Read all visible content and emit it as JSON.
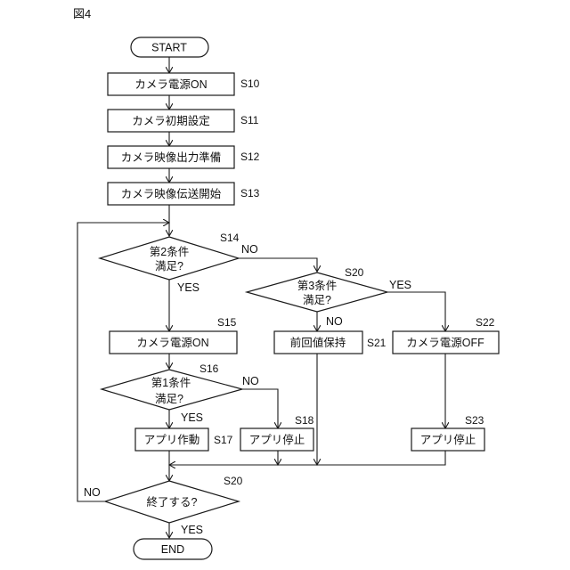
{
  "figure_label": "図4",
  "nodes": {
    "start": {
      "text": "START"
    },
    "s10": {
      "text": "カメラ電源ON",
      "step": "S10"
    },
    "s11": {
      "text": "カメラ初期設定",
      "step": "S11"
    },
    "s12": {
      "text": "カメラ映像出力準備",
      "step": "S12"
    },
    "s13": {
      "text": "カメラ映像伝送開始",
      "step": "S13"
    },
    "s14": {
      "line1": "第2条件",
      "line2": "満足?",
      "step": "S14"
    },
    "s20a": {
      "line1": "第3条件",
      "line2": "満足?",
      "step": "S20"
    },
    "s15": {
      "text": "カメラ電源ON",
      "step": "S15"
    },
    "s21": {
      "text": "前回値保持",
      "step": "S21"
    },
    "s22": {
      "text": "カメラ電源OFF",
      "step": "S22"
    },
    "s16": {
      "line1": "第1条件",
      "line2": "満足?",
      "step": "S16"
    },
    "s17": {
      "text": "アプリ作動",
      "step": "S17"
    },
    "s18": {
      "text": "アプリ停止",
      "step": "S18"
    },
    "s23": {
      "text": "アプリ停止",
      "step": "S23"
    },
    "s20b": {
      "text": "終了する?",
      "step": "S20"
    },
    "end": {
      "text": "END"
    }
  },
  "edge_labels": {
    "s14_no": "NO",
    "s14_yes": "YES",
    "s20a_yes": "YES",
    "s20a_no": "NO",
    "s16_no": "NO",
    "s16_yes": "YES",
    "s20b_no": "NO",
    "s20b_yes": "YES"
  }
}
